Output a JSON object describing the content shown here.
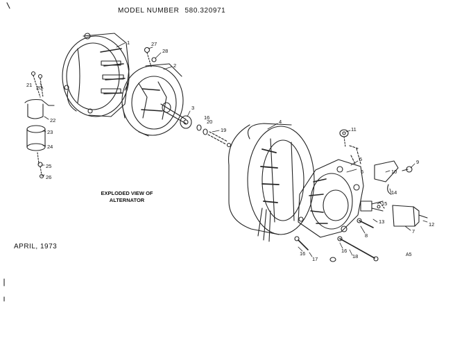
{
  "header": {
    "model_label": "MODEL NUMBER",
    "model_number": "580.320971"
  },
  "caption": {
    "line1": "EXPLODED VIEW OF",
    "line2": "ALTERNATOR"
  },
  "date": "APRIL, 1973",
  "sheet_code": "A5",
  "callouts": [
    "1",
    "2",
    "3",
    "4",
    "5",
    "6",
    "7",
    "8",
    "9",
    "10",
    "11",
    "12",
    "13",
    "14",
    "15",
    "16",
    "16",
    "16",
    "17",
    "18",
    "19",
    "20",
    "20",
    "21",
    "22",
    "23",
    "24",
    "25",
    "26",
    "27",
    "28"
  ]
}
